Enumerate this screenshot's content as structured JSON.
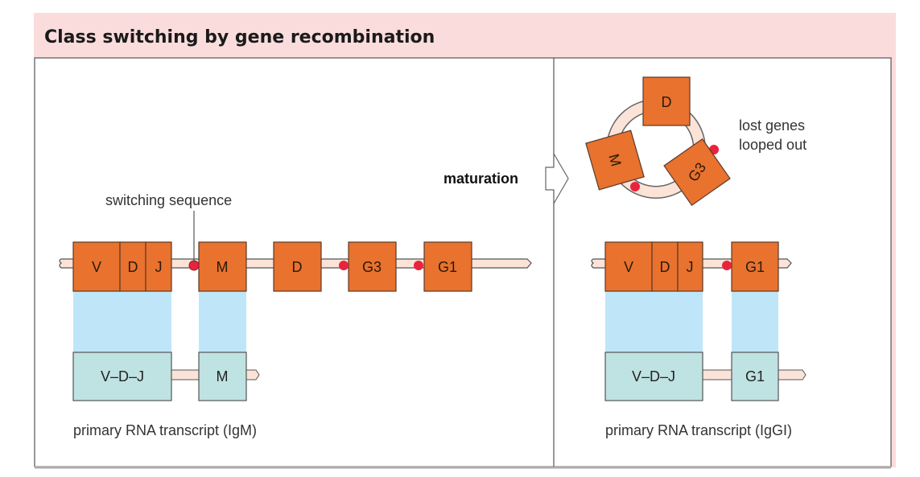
{
  "title": "Class switching by gene recombination",
  "colors": {
    "header_bg": "#fbdcdc",
    "gene_fill": "#e8722e",
    "gene_stroke": "#5a3a2a",
    "strand_fill": "#fbe3d8",
    "switch_dot": "#e8243c",
    "transcript_fill": "#bfe2e2",
    "mapping_fill": "#bfe6f8"
  },
  "left_panel": {
    "dna_segments": [
      "V",
      "D",
      "J",
      "M",
      "D",
      "G3",
      "G1"
    ],
    "switching_label": "switching sequence",
    "rna_segments": [
      "V–D–J",
      "M"
    ],
    "rna_caption": "primary RNA transcript (IgM)"
  },
  "arrow": {
    "label": "maturation"
  },
  "right_panel": {
    "loop_segments": [
      "D",
      "M",
      "G3"
    ],
    "loop_label_line1": "lost genes",
    "loop_label_line2": "looped out",
    "dna_segments": [
      "V",
      "D",
      "J",
      "G1"
    ],
    "rna_segments": [
      "V–D–J",
      "G1"
    ],
    "rna_caption": "primary RNA transcript (IgGI)"
  }
}
